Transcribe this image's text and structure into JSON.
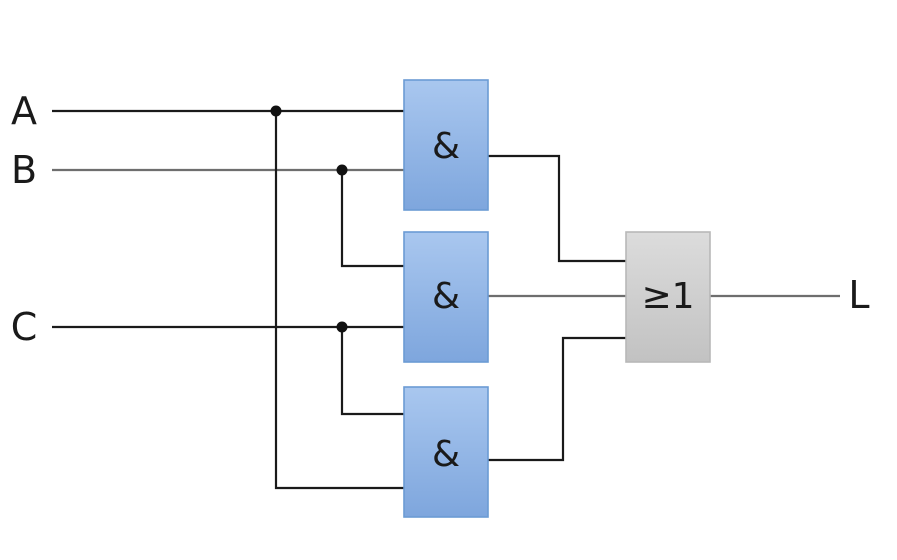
{
  "inputs": {
    "a": "A",
    "b": "B",
    "c": "C"
  },
  "output": {
    "l": "L"
  },
  "gates": {
    "and_1": "&",
    "and_2": "&",
    "and_3": "&",
    "or_1": "≥1"
  },
  "colors": {
    "and_gate_top": "#a9c7ef",
    "and_gate_bottom": "#7ea6dd",
    "or_gate_top": "#d9d9d9",
    "or_gate_bottom": "#c4c4c4",
    "wire": "#1a1a1a"
  }
}
